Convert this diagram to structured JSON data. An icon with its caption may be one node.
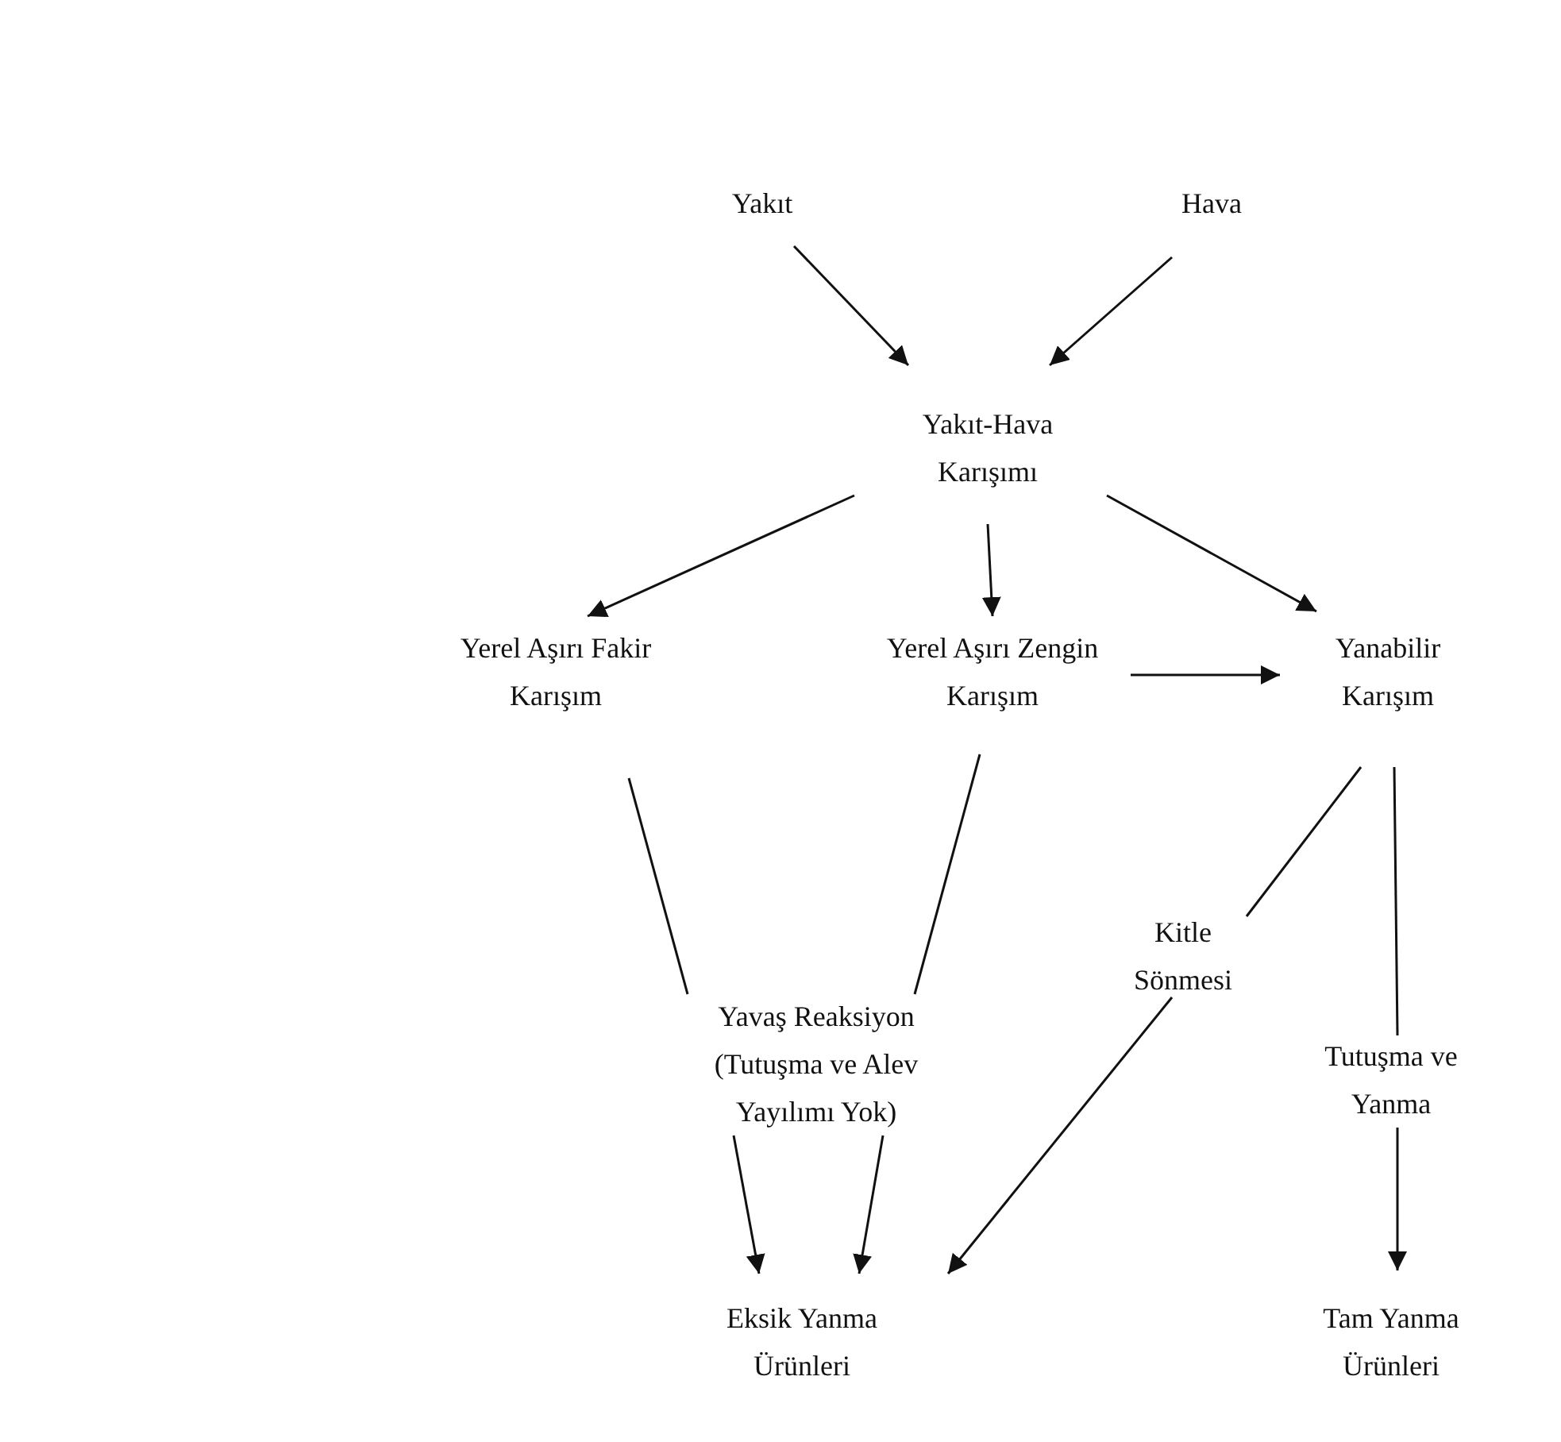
{
  "diagram": {
    "nodes": [
      {
        "text": [
          "Yakıt"
        ]
      },
      {
        "text": [
          "Hava"
        ]
      },
      {
        "text": [
          "Yakıt-Hava Karışımı"
        ]
      },
      {
        "text": [
          "Yerel Aşırı Fakir Karışım"
        ]
      },
      {
        "text": [
          "Yerel Aşırı Zengin Karışım"
        ]
      },
      {
        "text": [
          "Yanabilir Karışım"
        ]
      },
      {
        "text": [
          "Kitle Sönmesi"
        ]
      },
      {
        "text": [
          "Yavaş Reaksiyon (Tutuşma ve Alev Yayılımı Yok)"
        ]
      },
      {
        "text": [
          "Tutuşma ve Yanma"
        ]
      },
      {
        "text": [
          "Eksik Yanma Ürünleri"
        ]
      },
      {
        "text": [
          "Tam Yanma Ürünleri"
        ]
      }
    ],
    "edges": [
      {
        "from": 0,
        "to": 2,
        "arrow": "to"
      },
      {
        "from": 1,
        "to": 2,
        "arrow": "to"
      },
      {
        "from": 2,
        "to": 3,
        "arrow": "to"
      },
      {
        "from": 2,
        "to": 4,
        "arrow": "to"
      },
      {
        "from": 2,
        "to": 5,
        "arrow": "to"
      },
      {
        "from": 4,
        "to": 5,
        "arrow": "to"
      },
      {
        "from": 3,
        "to": 7,
        "arrow": "none"
      },
      {
        "from": 4,
        "to": 7,
        "arrow": "none"
      },
      {
        "from": 5,
        "to": 6,
        "arrow": "none"
      },
      {
        "from": 5,
        "to": 8,
        "arrow": "none"
      },
      {
        "from": 7,
        "to": 9,
        "arrow": "to"
      },
      {
        "from": 7,
        "to": 9,
        "arrow": "to"
      },
      {
        "from": 6,
        "to": 9,
        "arrow": "to"
      },
      {
        "from": 8,
        "to": 10,
        "arrow": "to"
      }
    ]
  }
}
